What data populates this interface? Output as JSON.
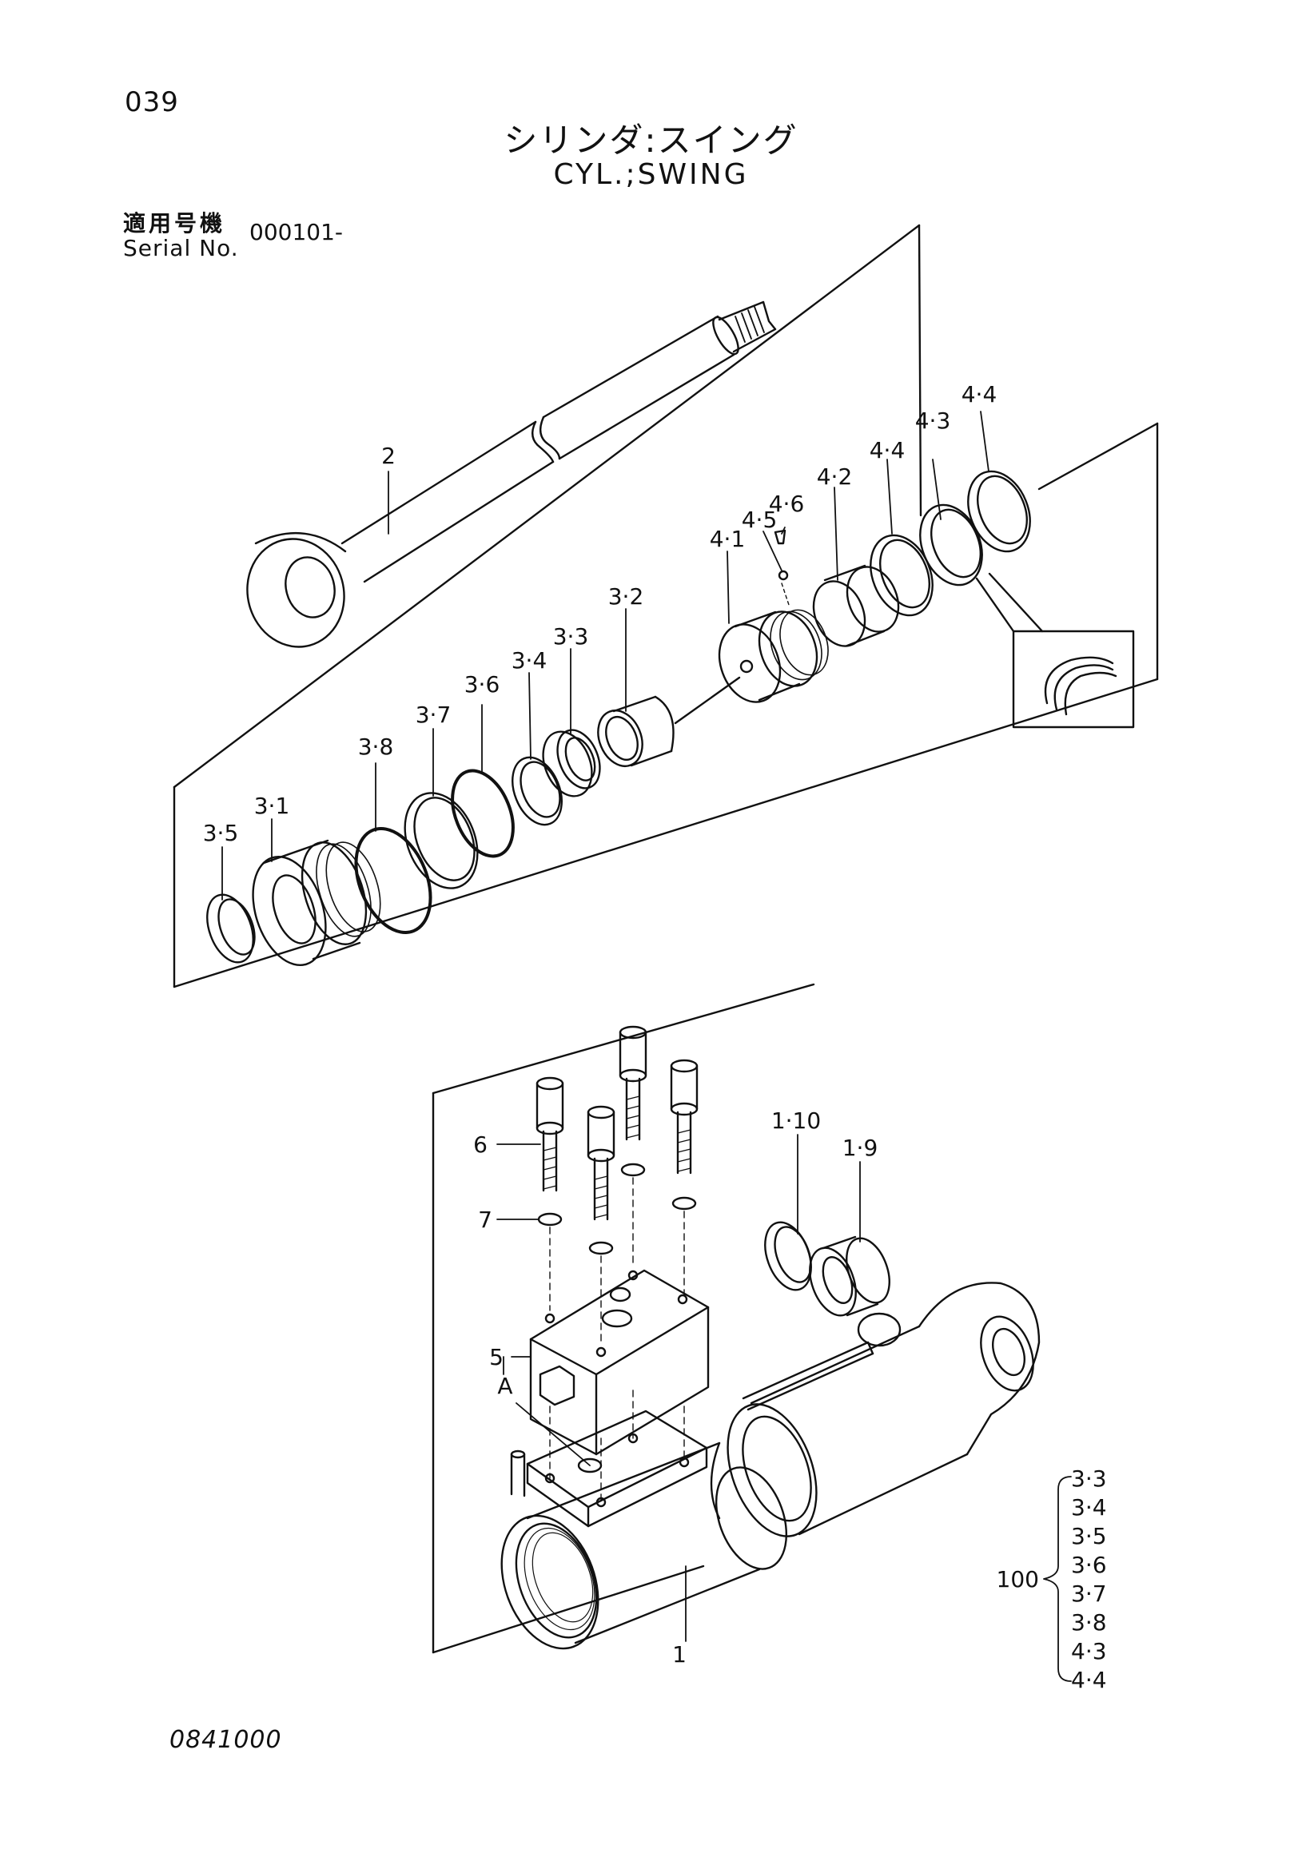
{
  "header": {
    "page_number": "039",
    "title_ja": "シリンダ:スイング",
    "title_en": "CYL.;SWING",
    "serial_label_ja": "適用号機",
    "serial_label_en": "Serial No.",
    "serial_value": "000101-"
  },
  "callouts": {
    "c2": "2",
    "c4_4a": "4·4",
    "c4_3": "4·3",
    "c4_4b": "4·4",
    "c4_2": "4·2",
    "c4_6": "4·6",
    "c4_5": "4·5",
    "c4_1": "4·1",
    "c3_2": "3·2",
    "c3_3": "3·3",
    "c3_4": "3·4",
    "c3_6": "3·6",
    "c3_7": "3·7",
    "c3_8": "3·8",
    "c3_1": "3·1",
    "c3_5": "3·5",
    "c6": "6",
    "c7": "7",
    "c5": "5",
    "cA": "A",
    "c1_10": "1·10",
    "c1_9": "1·9",
    "c1": "1"
  },
  "kit": {
    "label": "100",
    "items": [
      "3·3",
      "3·4",
      "3·5",
      "3·6",
      "3·7",
      "3·8",
      "4·3",
      "4·4"
    ]
  },
  "footer": {
    "drawing_number": "0841000"
  }
}
